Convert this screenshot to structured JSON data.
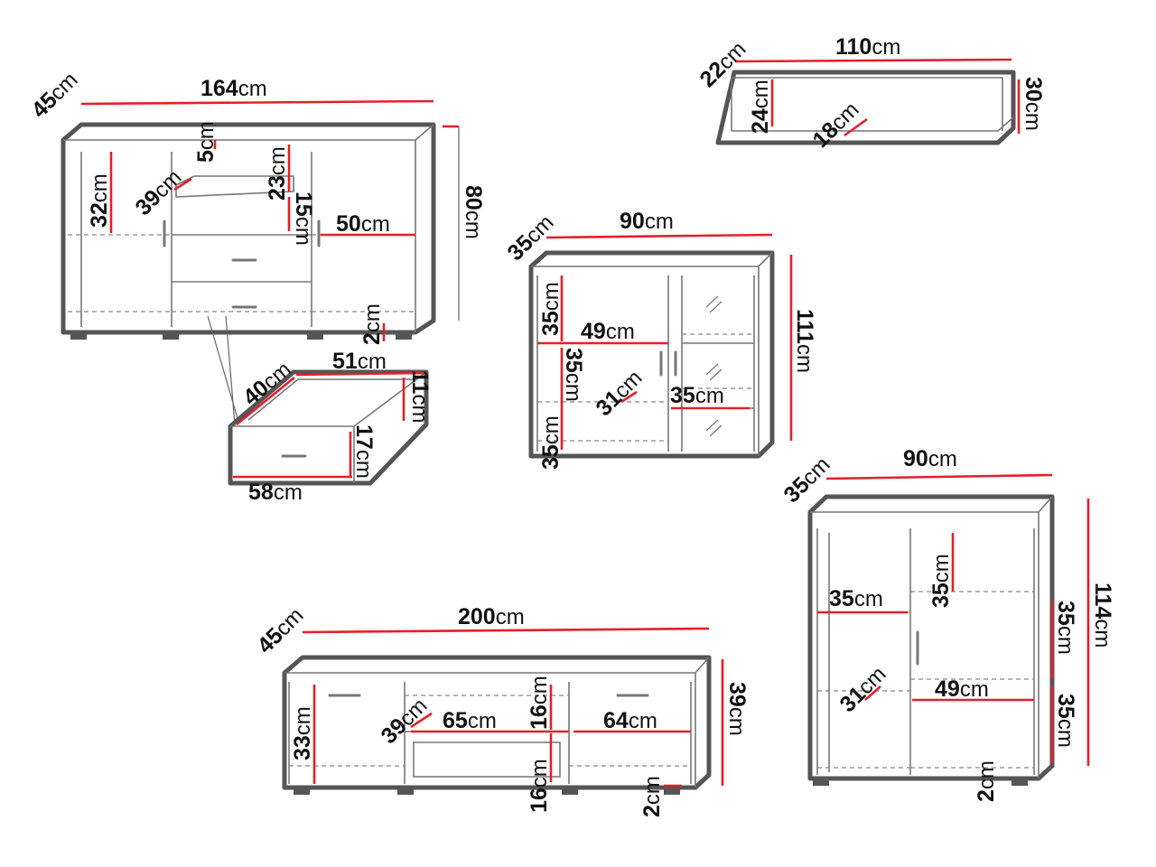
{
  "diagram": {
    "colors": {
      "outline": "#555555",
      "dimension": "#e3202a",
      "dashed": "#888888",
      "text": "#111111"
    },
    "sideboard": {
      "labels": [
        {
          "id": "depth",
          "value": "45",
          "unit": "cm"
        },
        {
          "id": "width",
          "value": "164",
          "unit": "cm"
        },
        {
          "id": "height",
          "value": "80",
          "unit": "cm"
        },
        {
          "id": "shelf-gap",
          "value": "32",
          "unit": "cm"
        },
        {
          "id": "shelf-depth",
          "value": "39",
          "unit": "cm"
        },
        {
          "id": "top-gap",
          "value": "5",
          "unit": "cm"
        },
        {
          "id": "niche-height",
          "value": "23",
          "unit": "cm"
        },
        {
          "id": "drawer-front",
          "value": "15",
          "unit": "cm"
        },
        {
          "id": "side-width",
          "value": "50",
          "unit": "cm"
        },
        {
          "id": "plinth",
          "value": "2",
          "unit": "cm"
        }
      ]
    },
    "drawer": {
      "labels": [
        {
          "id": "depth",
          "value": "40",
          "unit": "cm"
        },
        {
          "id": "inner-width",
          "value": "51",
          "unit": "cm"
        },
        {
          "id": "inner-height",
          "value": "11",
          "unit": "cm"
        },
        {
          "id": "front-height",
          "value": "17",
          "unit": "cm"
        },
        {
          "id": "front-width",
          "value": "58",
          "unit": "cm"
        }
      ]
    },
    "wall_shelf": {
      "labels": [
        {
          "id": "depth",
          "value": "22",
          "unit": "cm"
        },
        {
          "id": "width",
          "value": "110",
          "unit": "cm"
        },
        {
          "id": "height",
          "value": "30",
          "unit": "cm"
        },
        {
          "id": "inner-height",
          "value": "24",
          "unit": "cm"
        },
        {
          "id": "inner-depth",
          "value": "18",
          "unit": "cm"
        }
      ]
    },
    "display_cabinet": {
      "labels": [
        {
          "id": "depth",
          "value": "35",
          "unit": "cm"
        },
        {
          "id": "width",
          "value": "90",
          "unit": "cm"
        },
        {
          "id": "height",
          "value": "111",
          "unit": "cm"
        },
        {
          "id": "shelf-top",
          "value": "35",
          "unit": "cm"
        },
        {
          "id": "inner-width",
          "value": "49",
          "unit": "cm"
        },
        {
          "id": "shelf-mid",
          "value": "35",
          "unit": "cm"
        },
        {
          "id": "shelf-depth",
          "value": "31",
          "unit": "cm"
        },
        {
          "id": "glass-width",
          "value": "35",
          "unit": "cm"
        },
        {
          "id": "shelf-bottom",
          "value": "35",
          "unit": "cm"
        }
      ]
    },
    "tv_stand": {
      "labels": [
        {
          "id": "depth",
          "value": "45",
          "unit": "cm"
        },
        {
          "id": "width",
          "value": "200",
          "unit": "cm"
        },
        {
          "id": "height",
          "value": "39",
          "unit": "cm"
        },
        {
          "id": "side-height",
          "value": "33",
          "unit": "cm"
        },
        {
          "id": "shelf-depth",
          "value": "39",
          "unit": "cm"
        },
        {
          "id": "middle-width",
          "value": "65",
          "unit": "cm"
        },
        {
          "id": "niche-top",
          "value": "16",
          "unit": "cm"
        },
        {
          "id": "niche-bottom",
          "value": "16",
          "unit": "cm"
        },
        {
          "id": "right-width",
          "value": "64",
          "unit": "cm"
        },
        {
          "id": "plinth",
          "value": "2",
          "unit": "cm"
        }
      ]
    },
    "highboard": {
      "labels": [
        {
          "id": "depth",
          "value": "35",
          "unit": "cm"
        },
        {
          "id": "width",
          "value": "90",
          "unit": "cm"
        },
        {
          "id": "height",
          "value": "114",
          "unit": "cm"
        },
        {
          "id": "left-width",
          "value": "35",
          "unit": "cm"
        },
        {
          "id": "top-gap",
          "value": "35",
          "unit": "cm"
        },
        {
          "id": "side-mid",
          "value": "35",
          "unit": "cm"
        },
        {
          "id": "shelf-depth",
          "value": "31",
          "unit": "cm"
        },
        {
          "id": "inner-width",
          "value": "49",
          "unit": "cm"
        },
        {
          "id": "side-bottom",
          "value": "35",
          "unit": "cm"
        },
        {
          "id": "plinth",
          "value": "2",
          "unit": "cm"
        }
      ]
    }
  }
}
